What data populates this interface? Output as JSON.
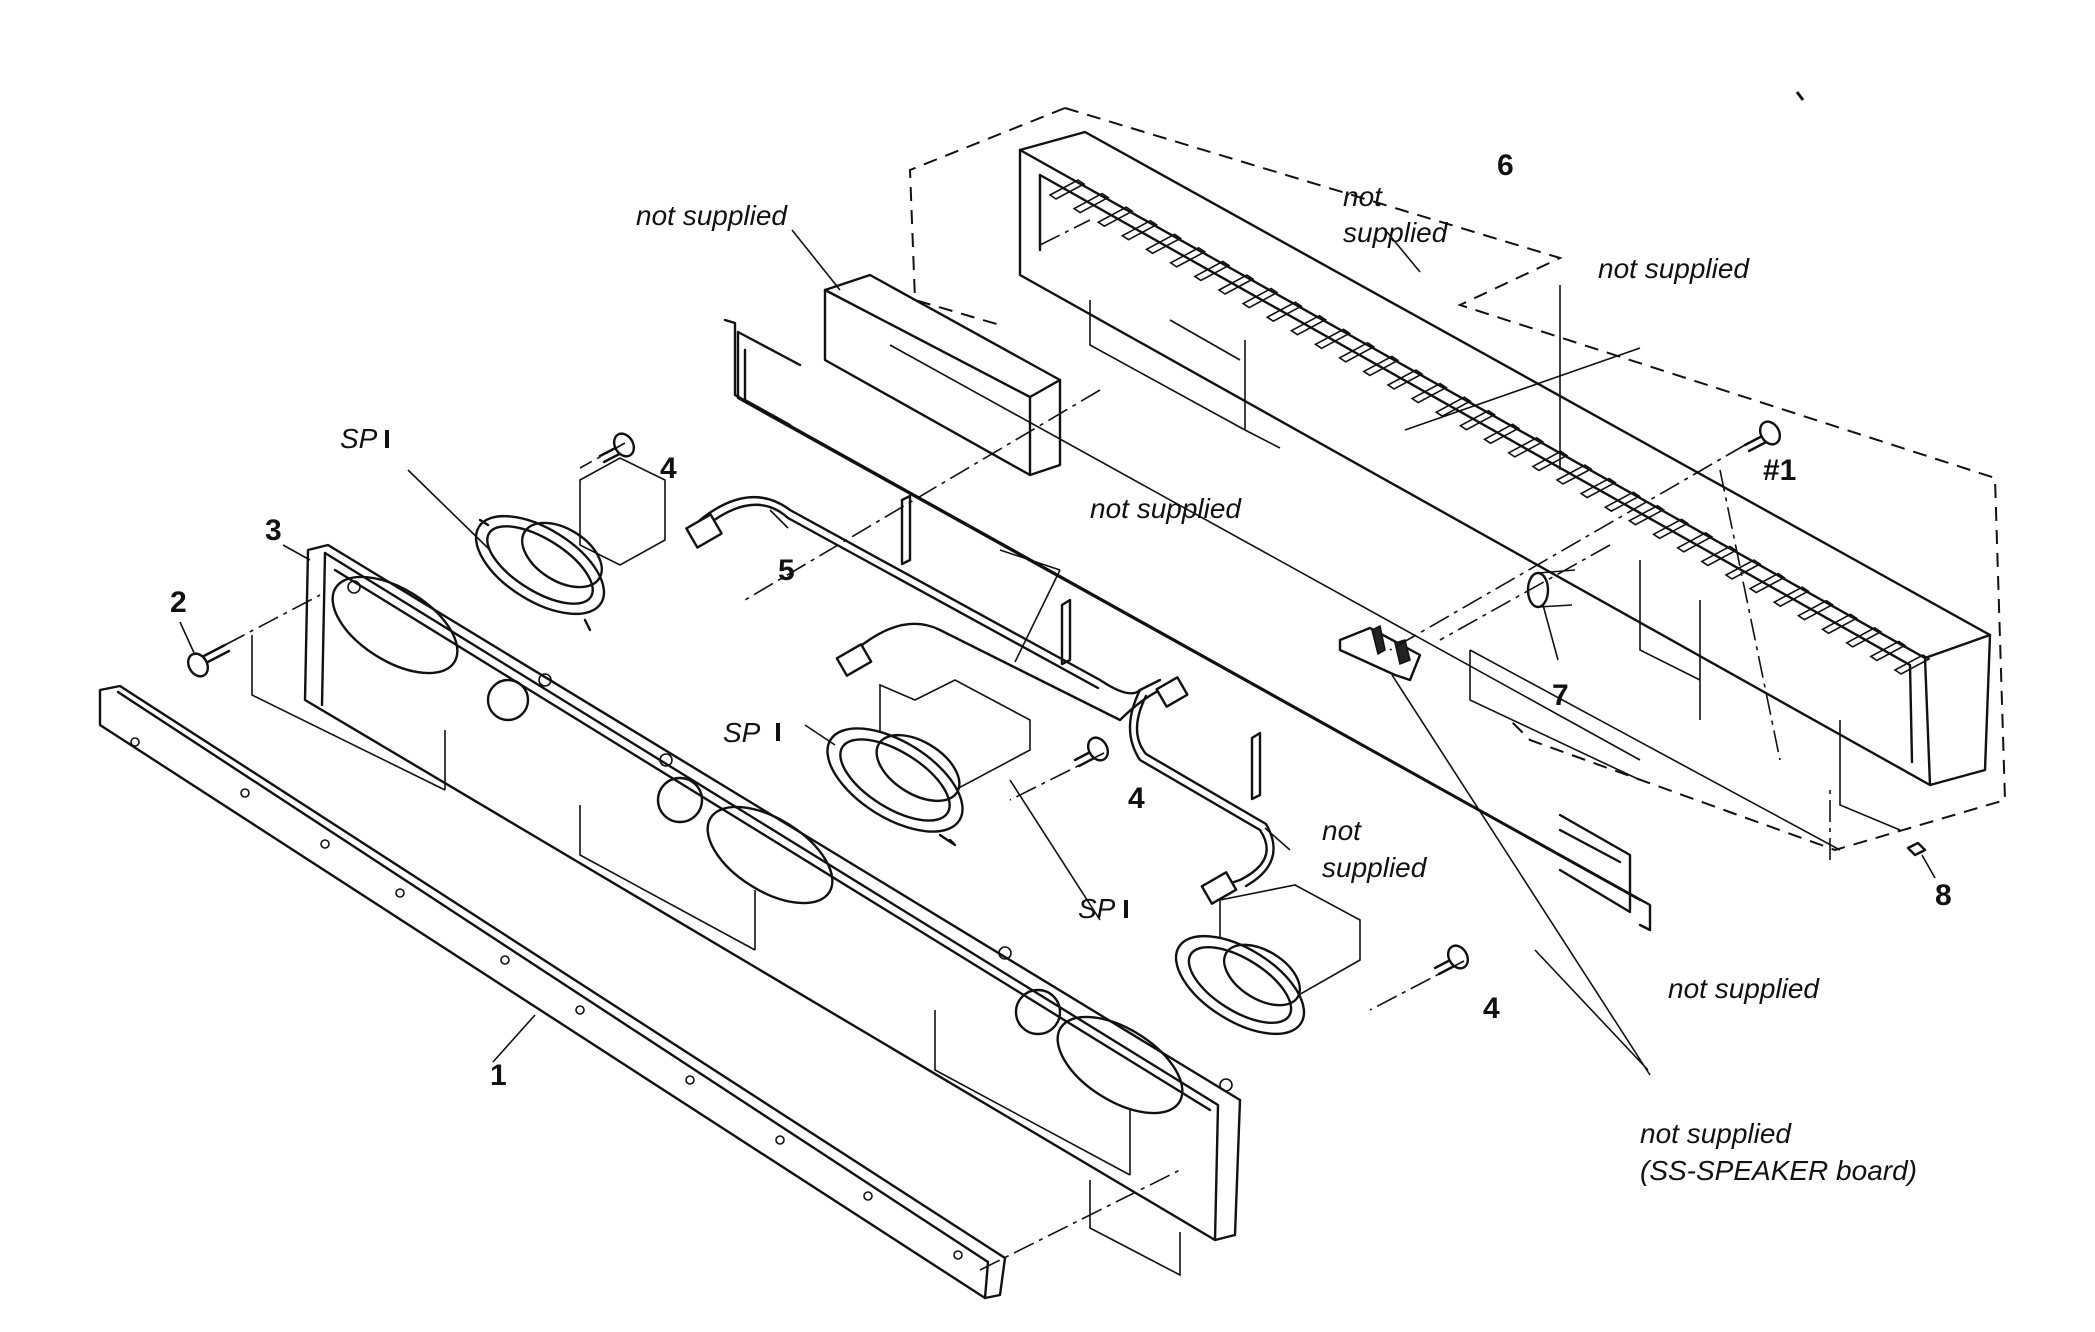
{
  "diagram": {
    "part_numbers": {
      "p1": "1",
      "p2": "2",
      "p3": "3",
      "p4a": "4",
      "p4b": "4",
      "p4c": "4",
      "p5": "5",
      "p6": "6",
      "p7": "7",
      "p8": "8",
      "p_hash1": "#1"
    },
    "speaker_labels": {
      "sp1": "SP",
      "sp2": "SP",
      "sp3": "SP"
    },
    "notes": {
      "n_top_left": "not supplied",
      "n_panel_line1": "not",
      "n_panel_line2": "supplied",
      "n_top_right": "not supplied",
      "n_middle": "not supplied",
      "n_right_mid_line1": "not",
      "n_right_mid_line2": "supplied",
      "n_bottom_right": "not supplied",
      "n_board_line1": "not supplied",
      "n_board_line2": "(SS-SPEAKER board)"
    }
  }
}
